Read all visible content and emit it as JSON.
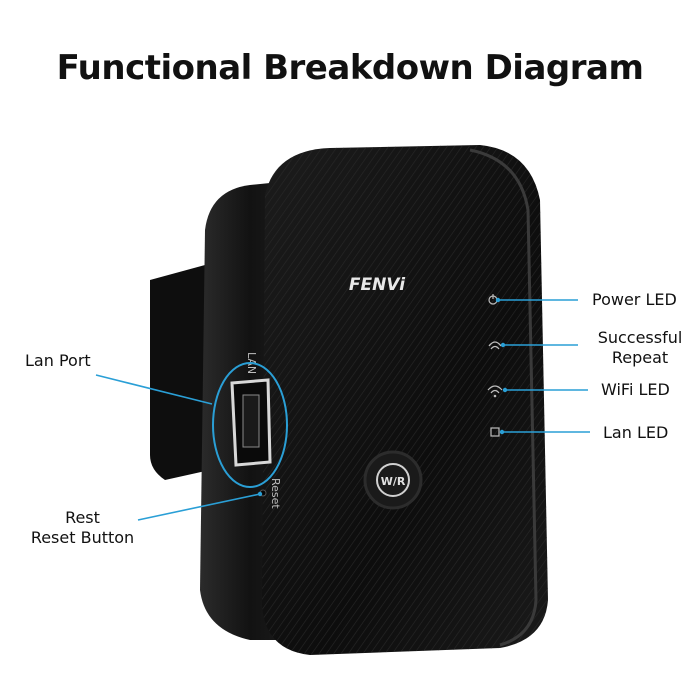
{
  "title": "Functional Breakdown Diagram",
  "device": {
    "brand": "FENVi",
    "button_text": "W/R",
    "port_text": "LAN",
    "reset_text": "Reset"
  },
  "callouts": {
    "power_led": "Power LED",
    "successful_repeat": [
      "Successful",
      "Repeat"
    ],
    "wifi_led": "WiFi LED",
    "lan_led": "Lan LED",
    "lan_port": "Lan Port",
    "reset_button": [
      "Rest",
      "Reset Button"
    ]
  },
  "colors": {
    "callout_line": "#2a9fd6",
    "device_body": "#141414"
  }
}
